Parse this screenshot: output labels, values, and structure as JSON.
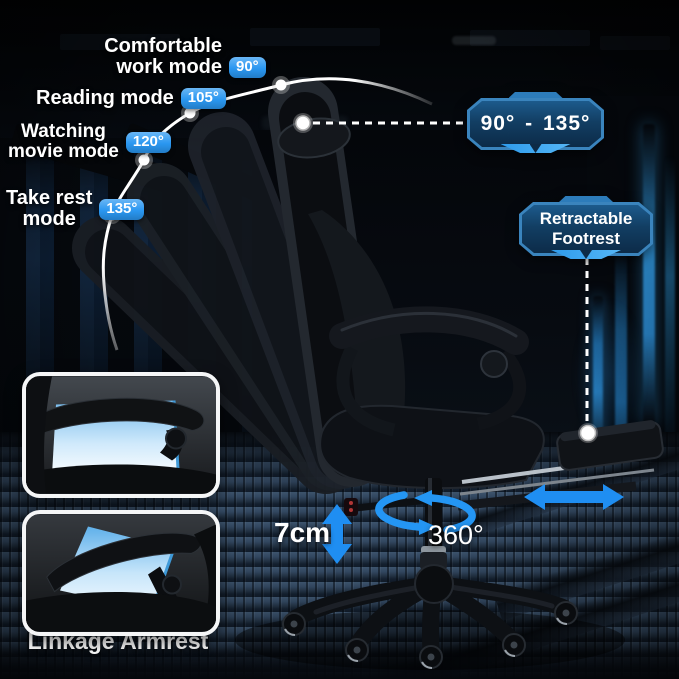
{
  "recline_guide": {
    "modes": [
      {
        "line1": "Comfortable",
        "line2": "work mode",
        "angle": "90°"
      },
      {
        "line1": "Reading mode",
        "line2": "",
        "angle": "105°"
      },
      {
        "line1": "Watching",
        "line2": "movie mode",
        "angle": "120°"
      },
      {
        "line1": "Take rest",
        "line2": "mode",
        "angle": "135°"
      }
    ],
    "range_badge_label": "90° - 135°"
  },
  "footrest_callout": {
    "line1": "Retractable",
    "line2": "Footrest"
  },
  "base_callouts": {
    "height_adjust": "7cm",
    "swivel": "360°"
  },
  "armrest_callout": {
    "caption": "Linkage Armrest"
  },
  "icons": {
    "height_arrow": "vertical-double-arrow",
    "extend_arrow": "horizontal-double-arrow",
    "swivel_arrows": "circular-rotation-arrows",
    "recline_arc": "white-arc-with-angle-dots",
    "leader_lines": "white-dashed-leader-with-dot"
  },
  "colors": {
    "accent_blue": "#2a97f1",
    "arrow_blue": "#1f8ef2",
    "tech_badge_border": "#3a84bd",
    "tech_badge_fill": "#123d61",
    "highlight_glow": "#8ec8f2",
    "floor_slate": "#31465e"
  }
}
